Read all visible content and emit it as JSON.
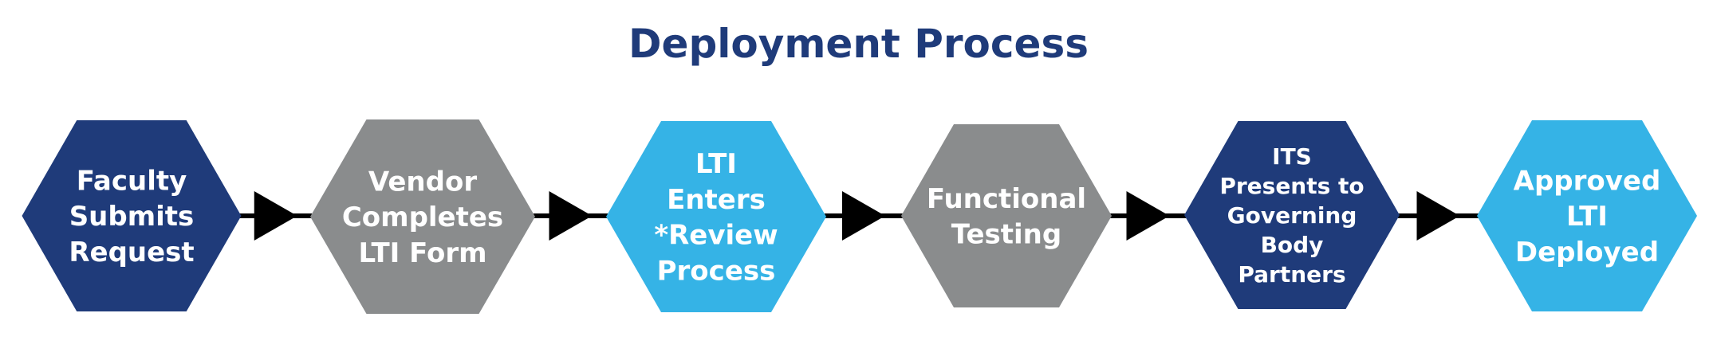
{
  "title": "Deployment Process",
  "colors": {
    "navy": "#1f3b7a",
    "gray": "#8a8c8d",
    "light_blue": "#35b3e6",
    "connector": "#000000",
    "text": "#ffffff"
  },
  "steps": [
    {
      "label_lines": [
        "Faculty",
        "Submits",
        "Request"
      ],
      "color": "navy"
    },
    {
      "label_lines": [
        "Vendor",
        "Completes",
        "LTI Form"
      ],
      "color": "gray"
    },
    {
      "label_lines": [
        "LTI",
        "Enters",
        "*Review",
        "Process"
      ],
      "color": "light_blue"
    },
    {
      "label_lines": [
        "Functional",
        "Testing"
      ],
      "color": "gray"
    },
    {
      "label_lines": [
        "ITS",
        "Presents to",
        "Governing",
        "Body",
        "Partners"
      ],
      "color": "navy"
    },
    {
      "label_lines": [
        "Approved",
        "LTI",
        "Deployed"
      ],
      "color": "light_blue"
    }
  ]
}
